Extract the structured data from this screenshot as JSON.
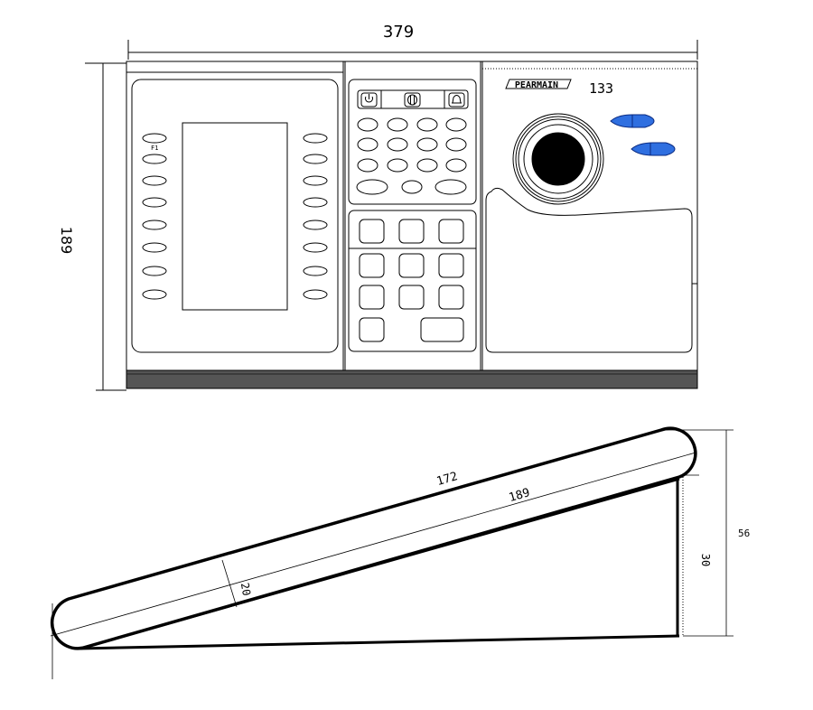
{
  "top_view": {
    "width_label": "379",
    "height_label": "189",
    "brand": "PEARMAIN",
    "model": "133",
    "fkey_label": "F1",
    "colors": {
      "line": "#000000",
      "joystick_button": "#2f6fe0",
      "base_strip": "#555555"
    },
    "keypad_icons": [
      "power-icon",
      "lock-icon",
      "bell-icon"
    ]
  },
  "side_view": {
    "top_length_label": "172",
    "diagonal_label": "189",
    "thickness_label": "20",
    "total_height_label": "56",
    "back_height_label": "30"
  }
}
